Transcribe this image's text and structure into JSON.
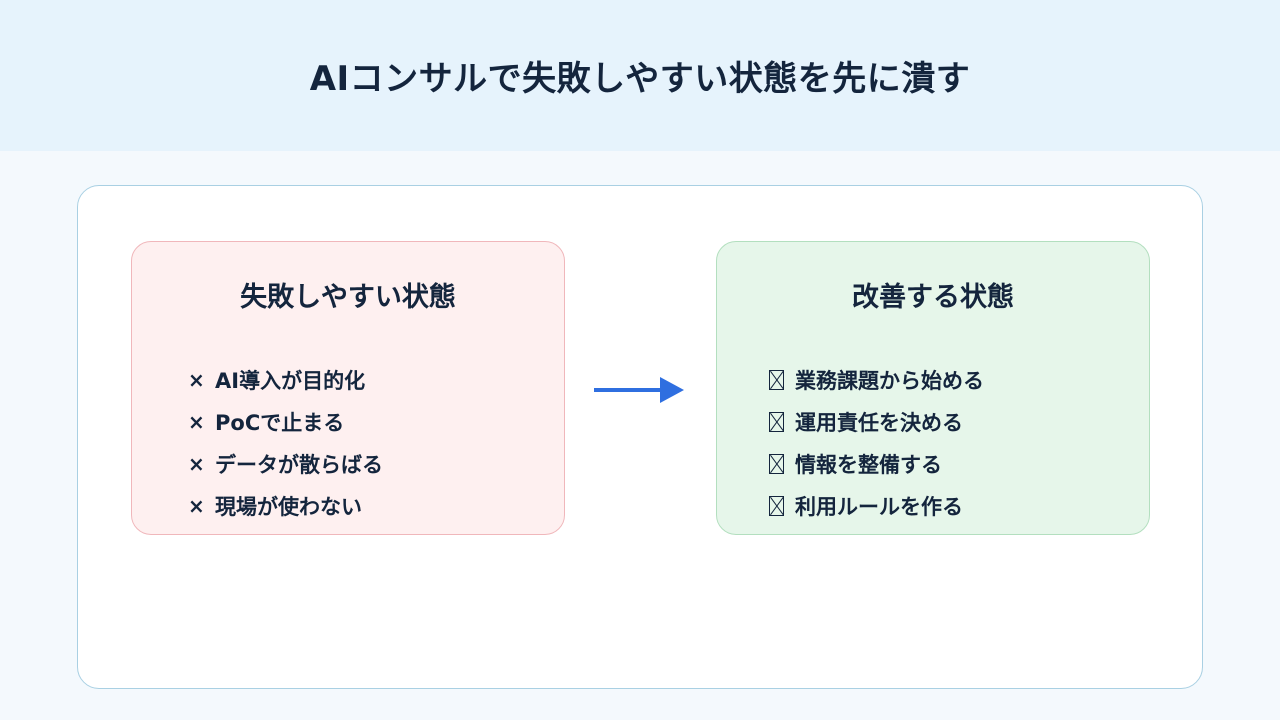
{
  "title": "AIコンサルで失敗しやすい状態を先に潰す",
  "accent_color": "#2f6fe0",
  "failure_card": {
    "title": "失敗しやすい状態",
    "marker": "×",
    "items": [
      "AI導入が目的化",
      "PoCで止まる",
      "データが散らばる",
      "現場が使わない"
    ]
  },
  "improve_card": {
    "title": "改善する状態",
    "marker_icon": "missing-glyph-box-icon",
    "items": [
      "業務課題から始める",
      "運用責任を決める",
      "情報を整備する",
      "利用ルールを作る"
    ]
  }
}
